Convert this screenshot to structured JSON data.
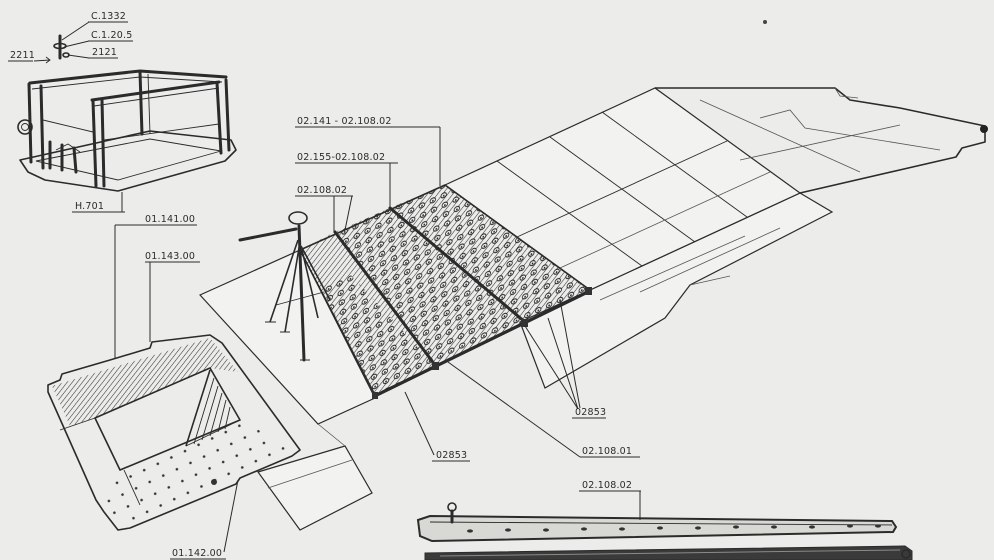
{
  "labels": {
    "c1332": "C.1332",
    "c1205": "C.1.20.5",
    "p2211": "2211",
    "p2121": "2121",
    "h701": "H.701",
    "p0114100": "01.141.00",
    "p0114300": "01.143.00",
    "p02141": "02.141 - 02.108.02",
    "p02155": "02.155-02.108.02",
    "p0210802_top": "02.108.02",
    "p02853_right": "02853",
    "p02853_bottom": "02853",
    "p0210801": "02.108.01",
    "p0210802_bottom": "02.108.02",
    "p0114200": "01.142.00"
  },
  "colors": {
    "background": "#ececea",
    "ink": "#2b2b2b"
  }
}
